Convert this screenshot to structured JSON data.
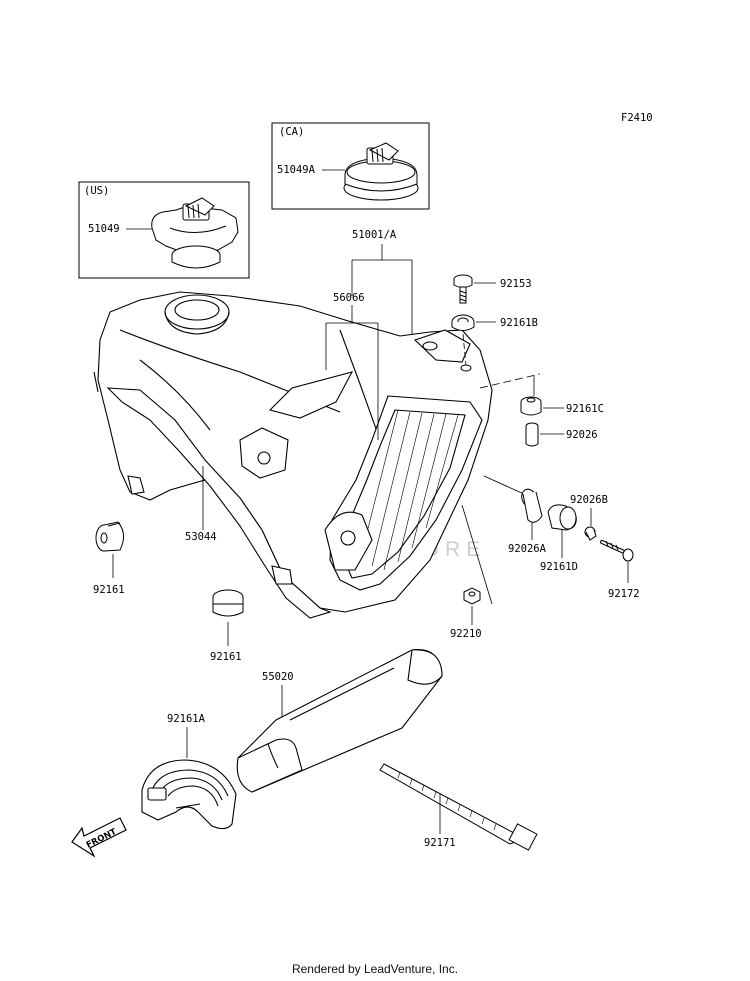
{
  "figure_code": "F2410",
  "region_us": "(US)",
  "region_ca": "(CA)",
  "watermark": "LEADVENTURE",
  "front_label": "FRONT",
  "footer": "Rendered by LeadVenture, Inc.",
  "parts": {
    "p51049": "51049",
    "p51049A": "51049A",
    "p51001A": "51001/A",
    "p56066": "56066",
    "p92153": "92153",
    "p92161B": "92161B",
    "p92161C": "92161C",
    "p92026": "92026",
    "p92026B": "92026B",
    "p92026A": "92026A",
    "p92161D": "92161D",
    "p92172": "92172",
    "p92210": "92210",
    "p53044": "53044",
    "p92161_left": "92161",
    "p92161_mid": "92161",
    "p55020": "55020",
    "p92161A": "92161A",
    "p92171": "92171"
  }
}
